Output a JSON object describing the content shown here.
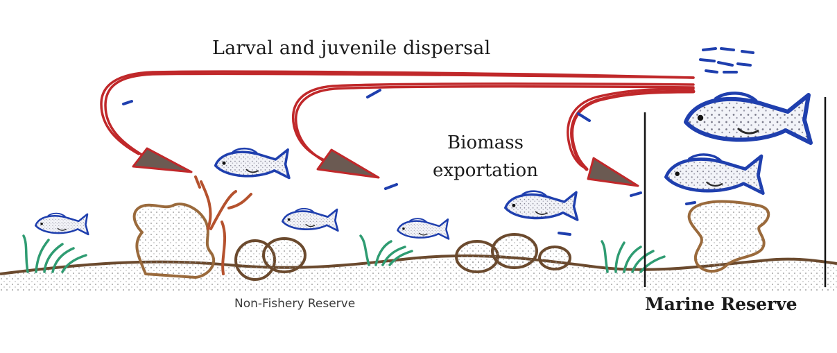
{
  "labels": {
    "dispersal": "Larval and juvenile dispersal",
    "biomass_line1": "Biomass",
    "biomass_line2": "exportation",
    "non_fishery": "Non-Fishery Reserve",
    "marine": "Marine Reserve"
  },
  "colors": {
    "arrow": "#c0282a",
    "arrowhead": "#6b5a52",
    "fish_outline": "#1f3fae",
    "fish_fill": "#eef1f7",
    "seafloor": "#6b4a2e",
    "coral": "#9a6a3c",
    "seagrass": "#2f9c72",
    "boundary": "#111111"
  }
}
